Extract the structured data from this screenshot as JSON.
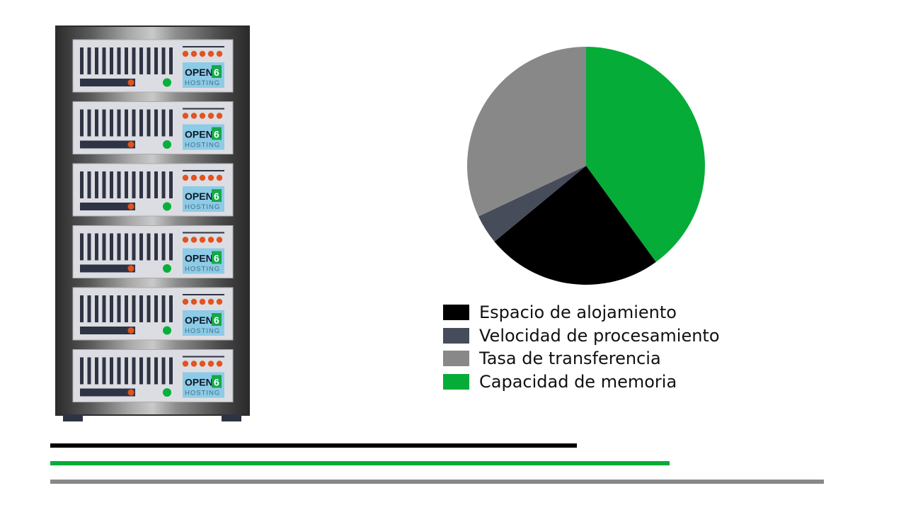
{
  "rack": {
    "unit_count": 6,
    "badge_text": "OPEN",
    "badge_digit": "6",
    "badge_sub": "HOSTING",
    "colors": {
      "cabinet": "#3c3c3c",
      "unit_face": "#dcdde2",
      "vent": "#2f3444",
      "led_orange": "#e2531f",
      "led_green": "#05b03c",
      "badge_bg": "#8ecbe6",
      "badge_green": "#15a84b"
    }
  },
  "chart_data": {
    "type": "pie",
    "title": "",
    "start_angle_deg": 0,
    "direction": "clockwise",
    "slices": [
      {
        "label": "Capacidad de memoria",
        "value": 40,
        "color": "#06ac38"
      },
      {
        "label": "Espacio de alojamiento",
        "value": 24,
        "color": "#000000"
      },
      {
        "label": "Velocidad de procesamiento",
        "value": 4,
        "color": "#464c59"
      },
      {
        "label": "Tasa de transferencia",
        "value": 32,
        "color": "#888888"
      }
    ],
    "legend": [
      {
        "label": "Espacio de alojamiento",
        "color": "#000000"
      },
      {
        "label": "Velocidad de procesamiento",
        "color": "#464c59"
      },
      {
        "label": "Tasa de transferencia",
        "color": "#888888"
      },
      {
        "label": "Capacidad de memoria",
        "color": "#06ac38"
      }
    ],
    "legend_position": "bottom"
  },
  "bars": [
    {
      "name": "black-line",
      "value": 744,
      "color": "#000000"
    },
    {
      "name": "green-line",
      "value": 875,
      "color": "#06ac38"
    },
    {
      "name": "gray-line",
      "value": 1093,
      "color": "#888888"
    }
  ]
}
